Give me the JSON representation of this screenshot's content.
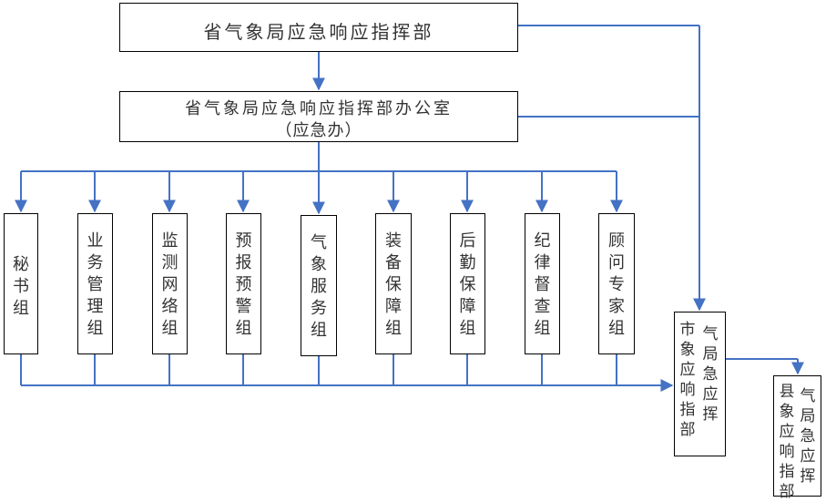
{
  "diagram": {
    "line_color": "#4472C4",
    "top": {
      "label": "省气象局应急响应指挥部"
    },
    "office": {
      "line1": "省气象局应急响应指挥部办公室",
      "line2": "（应急办）"
    },
    "groups": [
      {
        "label": "秘\n书\n组"
      },
      {
        "label": "业\n务\n管\n理\n组"
      },
      {
        "label": "监\n测\n网\n络\n组"
      },
      {
        "label": "预\n报\n预\n警\n组"
      },
      {
        "label": "气\n象\n服\n务\n组"
      },
      {
        "label": "装\n备\n保\n障\n组"
      },
      {
        "label": "后\n勤\n保\n障\n组"
      },
      {
        "label": "纪\n律\n督\n查\n组"
      },
      {
        "label": "顾\n问\n专\n家\n组"
      }
    ],
    "city": {
      "col1": "市\n象\n应\n响\n指\n部",
      "col2": "气\n局\n急\n应\n挥"
    },
    "county": {
      "col1": "县\n象\n应\n响\n指\n部",
      "col2": "气\n局\n急\n应\n挥"
    }
  }
}
